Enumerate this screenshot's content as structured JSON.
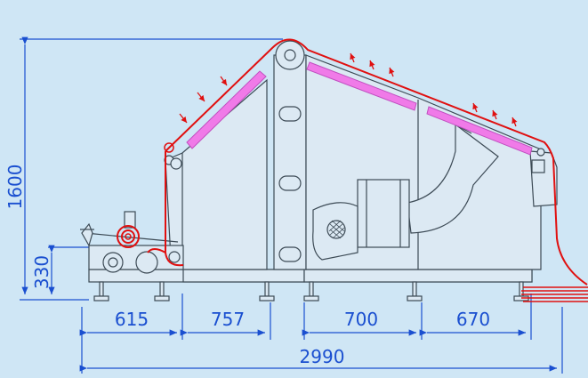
{
  "dimensions": {
    "total_height": "1600",
    "infeed_height": "330",
    "section_1": "615",
    "section_2": "757",
    "section_3": "700",
    "section_4": "670",
    "total_length": "2990"
  },
  "colors": {
    "background": "#cfe6f5",
    "dimension": "#1a4fd0",
    "web": "#e01010",
    "heater": "#f07ae8",
    "machine": "#3c4a55"
  }
}
